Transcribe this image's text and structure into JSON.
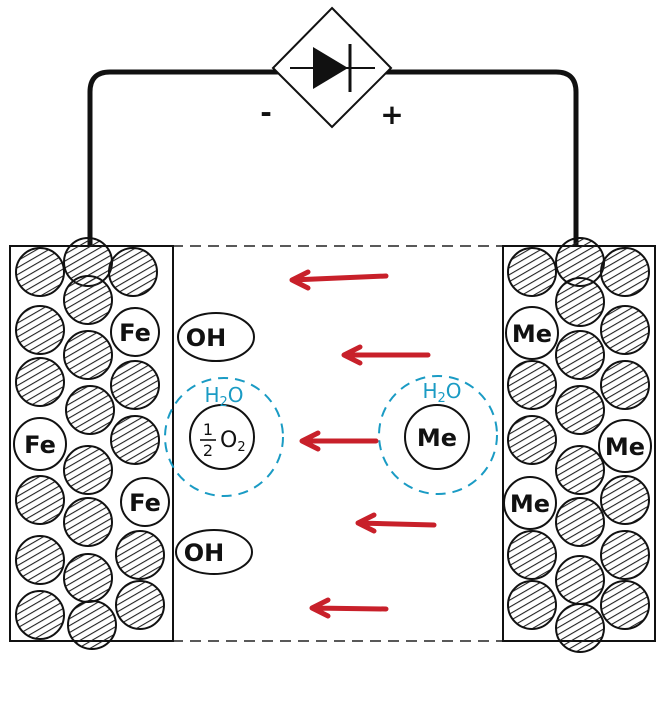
{
  "source": {
    "minus": "-",
    "plus": "+"
  },
  "left_electrode": {
    "labels": [
      "Fe",
      "Fe",
      "Fe"
    ]
  },
  "right_electrode": {
    "labels": [
      "Me",
      "Me",
      "Me"
    ]
  },
  "ions": {
    "hydroxide_top": "OH",
    "hydroxide_bottom": "OH",
    "metal_ion": "Me"
  },
  "oxygen": {
    "numerator": "1",
    "denominator": "2",
    "symbol": "O",
    "subscript": "2"
  },
  "hydration": {
    "h": "H",
    "sub": "2",
    "o": "O"
  },
  "colors": {
    "ink": "#111111",
    "arrow": "#c8202a",
    "hydration": "#1a9bc4"
  }
}
